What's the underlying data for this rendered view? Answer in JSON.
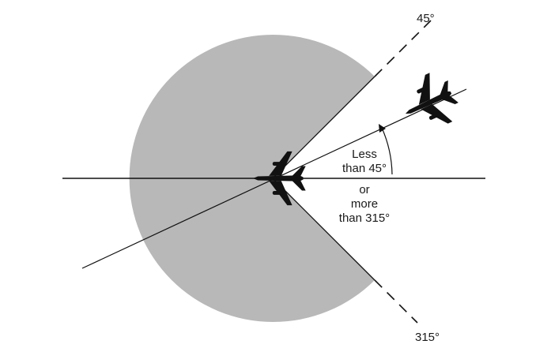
{
  "labels": {
    "angle_45": "45°",
    "angle_315": "315°",
    "less": "Less",
    "than_45": "than 45°",
    "or": "or",
    "more": "more",
    "than_315": "than 315°"
  },
  "colors": {
    "sector_fill": "#b8b8b8",
    "line": "#111111",
    "aircraft": "#111111"
  },
  "icons": {
    "lead_aircraft": "jet-airplane-icon",
    "following_aircraft": "jet-airplane-icon"
  }
}
